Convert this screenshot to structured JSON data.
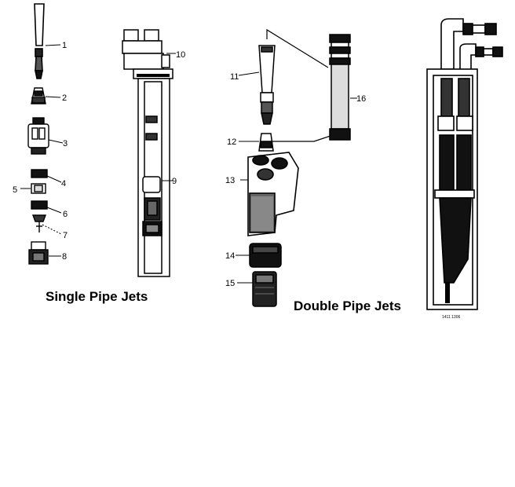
{
  "captions": {
    "single": "Single Pipe Jets",
    "double": "Double Pipe Jets"
  },
  "part_numbers": {
    "p1": "1",
    "p2": "2",
    "p3": "3",
    "p4": "4",
    "p5": "5",
    "p6": "6",
    "p7": "7",
    "p8": "8",
    "p9": "9",
    "p10": "10",
    "p11": "11",
    "p12": "12",
    "p13": "13",
    "p14": "14",
    "p15": "15",
    "p16": "16"
  },
  "drawing_code": "1411 1306"
}
